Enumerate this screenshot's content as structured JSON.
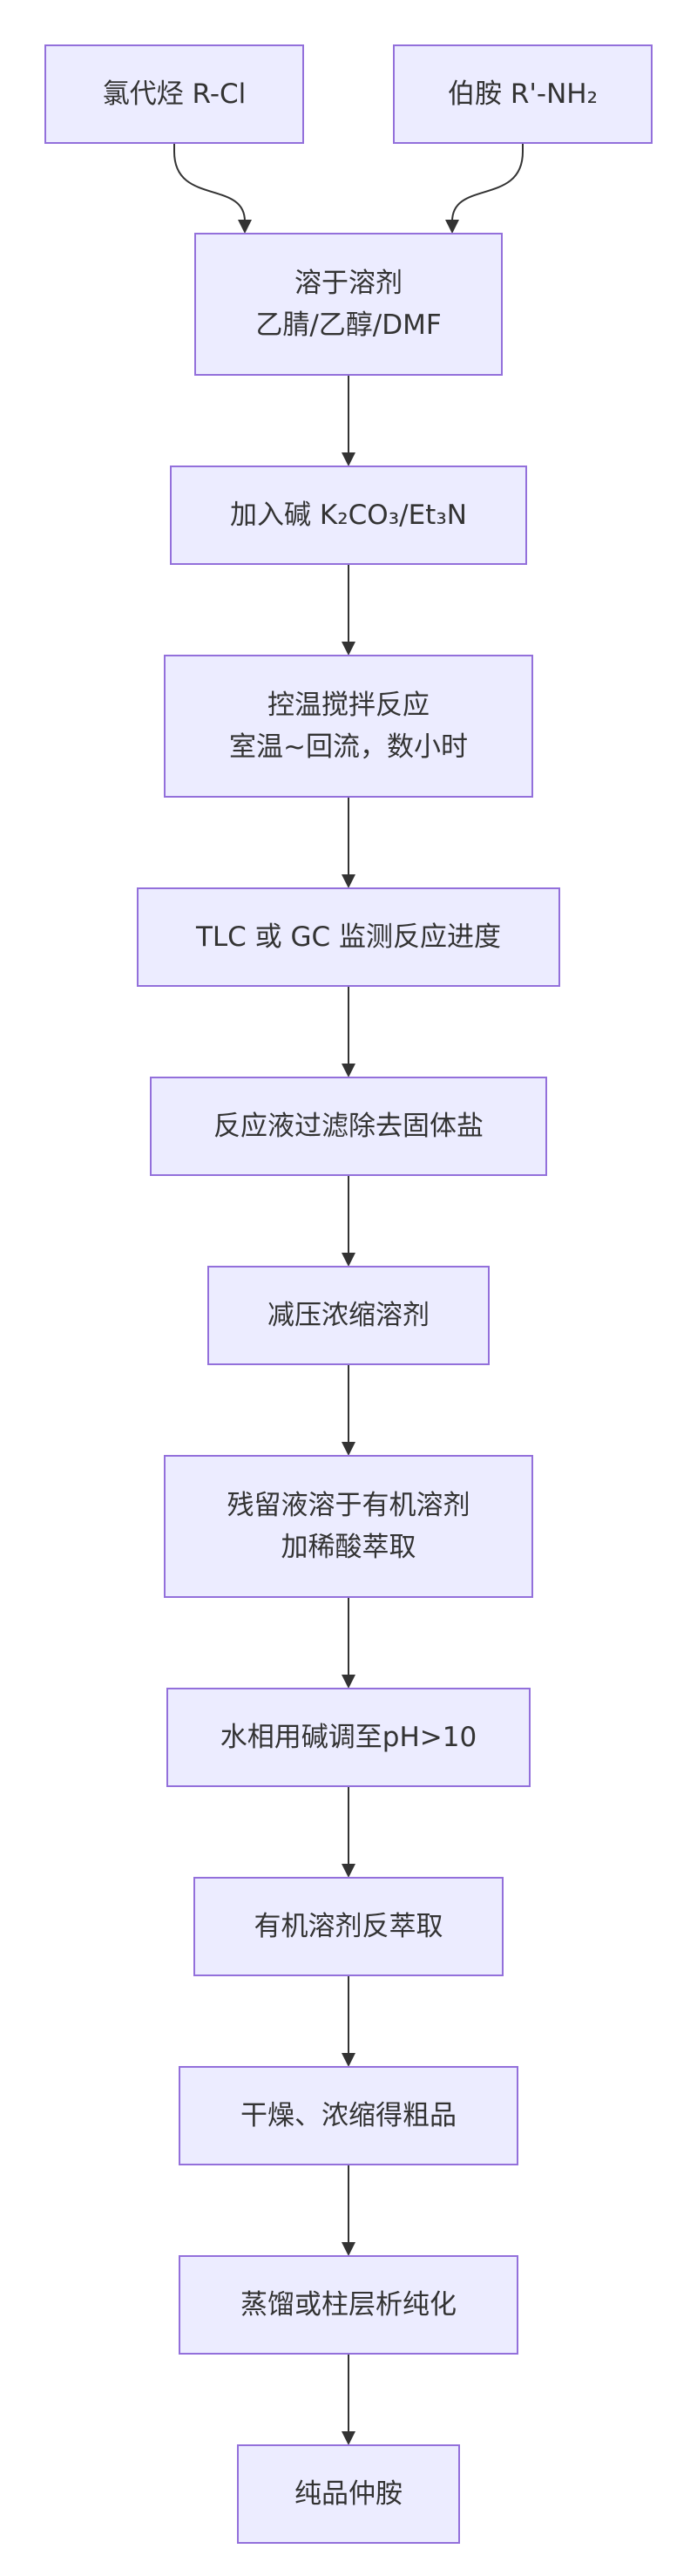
{
  "colors": {
    "node_fill": "#ECECFF",
    "node_stroke": "#9370DB",
    "edge": "#333333",
    "text": "#333333"
  },
  "nodes": [
    {
      "id": "alkyl-chloride",
      "lines": [
        "氯代烃 R-Cl"
      ]
    },
    {
      "id": "primary-amine",
      "lines": [
        "伯胺 R'-NH₂"
      ]
    },
    {
      "id": "dissolve",
      "lines": [
        "溶于溶剂",
        "乙腈/乙醇/DMF"
      ]
    },
    {
      "id": "add-base",
      "lines": [
        "加入碱 K₂CO₃/Et₃N"
      ]
    },
    {
      "id": "stir",
      "lines": [
        "控温搅拌反应",
        "室温~回流，数小时"
      ]
    },
    {
      "id": "monitor",
      "lines": [
        "TLC 或 GC 监测反应进度"
      ]
    },
    {
      "id": "filter",
      "lines": [
        "反应液过滤除去固体盐"
      ]
    },
    {
      "id": "concentrate",
      "lines": [
        "减压浓缩溶剂"
      ]
    },
    {
      "id": "acid-extract",
      "lines": [
        "残留液溶于有机溶剂",
        "加稀酸萃取"
      ]
    },
    {
      "id": "basify",
      "lines": [
        "水相用碱调至pH>10"
      ]
    },
    {
      "id": "back-extract",
      "lines": [
        "有机溶剂反萃取"
      ]
    },
    {
      "id": "dry",
      "lines": [
        "干燥、浓缩得粗品"
      ]
    },
    {
      "id": "purify",
      "lines": [
        "蒸馏或柱层析纯化"
      ]
    },
    {
      "id": "product",
      "lines": [
        "纯品仲胺"
      ]
    }
  ],
  "edges": [
    [
      "alkyl-chloride",
      "dissolve"
    ],
    [
      "primary-amine",
      "dissolve"
    ],
    [
      "dissolve",
      "add-base"
    ],
    [
      "add-base",
      "stir"
    ],
    [
      "stir",
      "monitor"
    ],
    [
      "monitor",
      "filter"
    ],
    [
      "filter",
      "concentrate"
    ],
    [
      "concentrate",
      "acid-extract"
    ],
    [
      "acid-extract",
      "basify"
    ],
    [
      "basify",
      "back-extract"
    ],
    [
      "back-extract",
      "dry"
    ],
    [
      "dry",
      "purify"
    ],
    [
      "purify",
      "product"
    ]
  ]
}
